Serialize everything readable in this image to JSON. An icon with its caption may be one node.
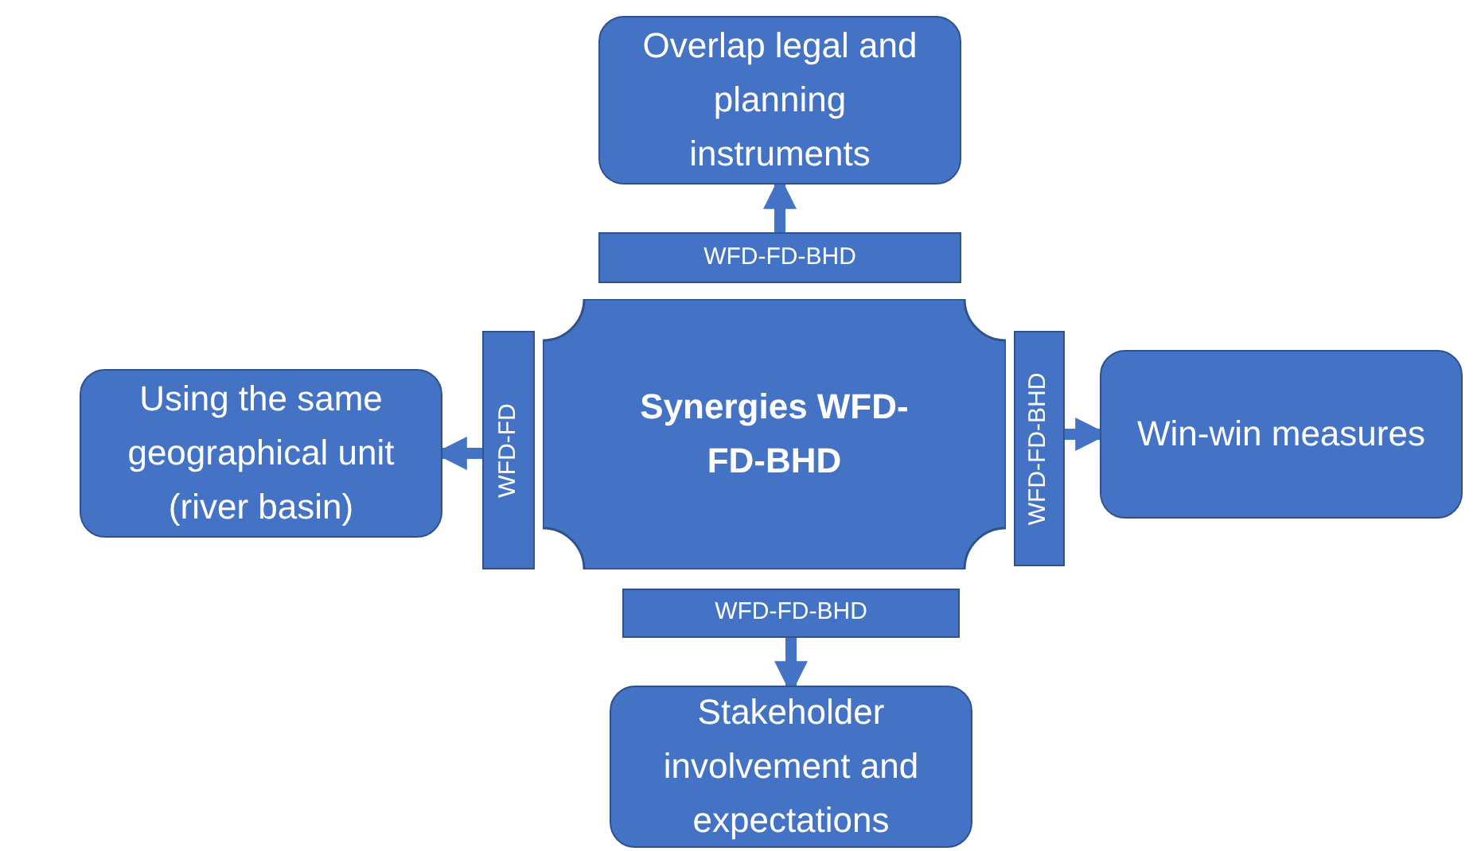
{
  "diagram": {
    "nodes": [
      {
        "text": [
          "Overlap legal and planning instruments"
        ]
      },
      {
        "text": [
          "WFD-FD-BHD"
        ]
      },
      {
        "text": [
          "Using the same geographical unit (river basin)"
        ]
      },
      {
        "text": [
          "WFD-FD"
        ]
      },
      {
        "text": [
          "Synergies WFD-FD-BHD"
        ]
      },
      {
        "text": [
          "WFD-FD-BHD"
        ]
      },
      {
        "text": [
          "Win-win measures"
        ]
      },
      {
        "text": [
          "WFD-FD-BHD"
        ]
      },
      {
        "text": [
          "Stakeholder involvement and expectations"
        ]
      }
    ],
    "edges": [
      {
        "from": 1,
        "to": 0,
        "arrow": "to"
      },
      {
        "from": 3,
        "to": 2,
        "arrow": "to"
      },
      {
        "from": 5,
        "to": 6,
        "arrow": "to"
      },
      {
        "from": 7,
        "to": 8,
        "arrow": "to"
      }
    ]
  }
}
